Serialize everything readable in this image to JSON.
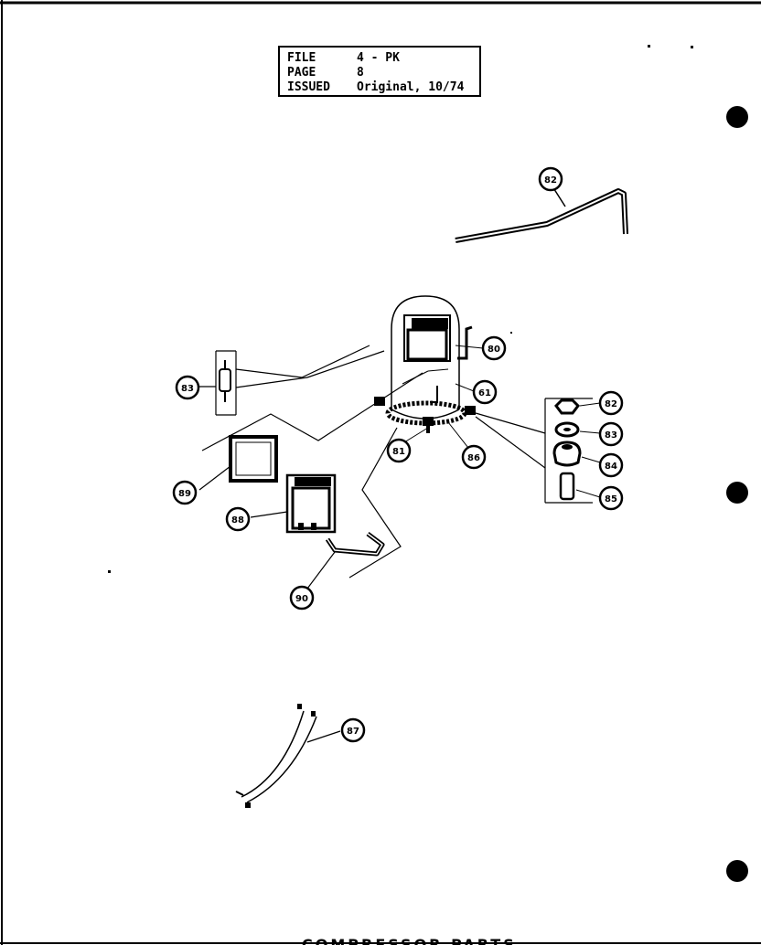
{
  "header": {
    "file_label": "FILE",
    "file_value": "4 - PK",
    "page_label": "PAGE",
    "page_value": "8",
    "issued_label": "ISSUED",
    "issued_value": "Original, 10/74"
  },
  "callouts": [
    "82",
    "83",
    "61",
    "80",
    "82",
    "83",
    "84",
    "85",
    "86",
    "81",
    "89",
    "88",
    "90",
    "87"
  ],
  "footer_title": "COMPRESSOR PARTS"
}
